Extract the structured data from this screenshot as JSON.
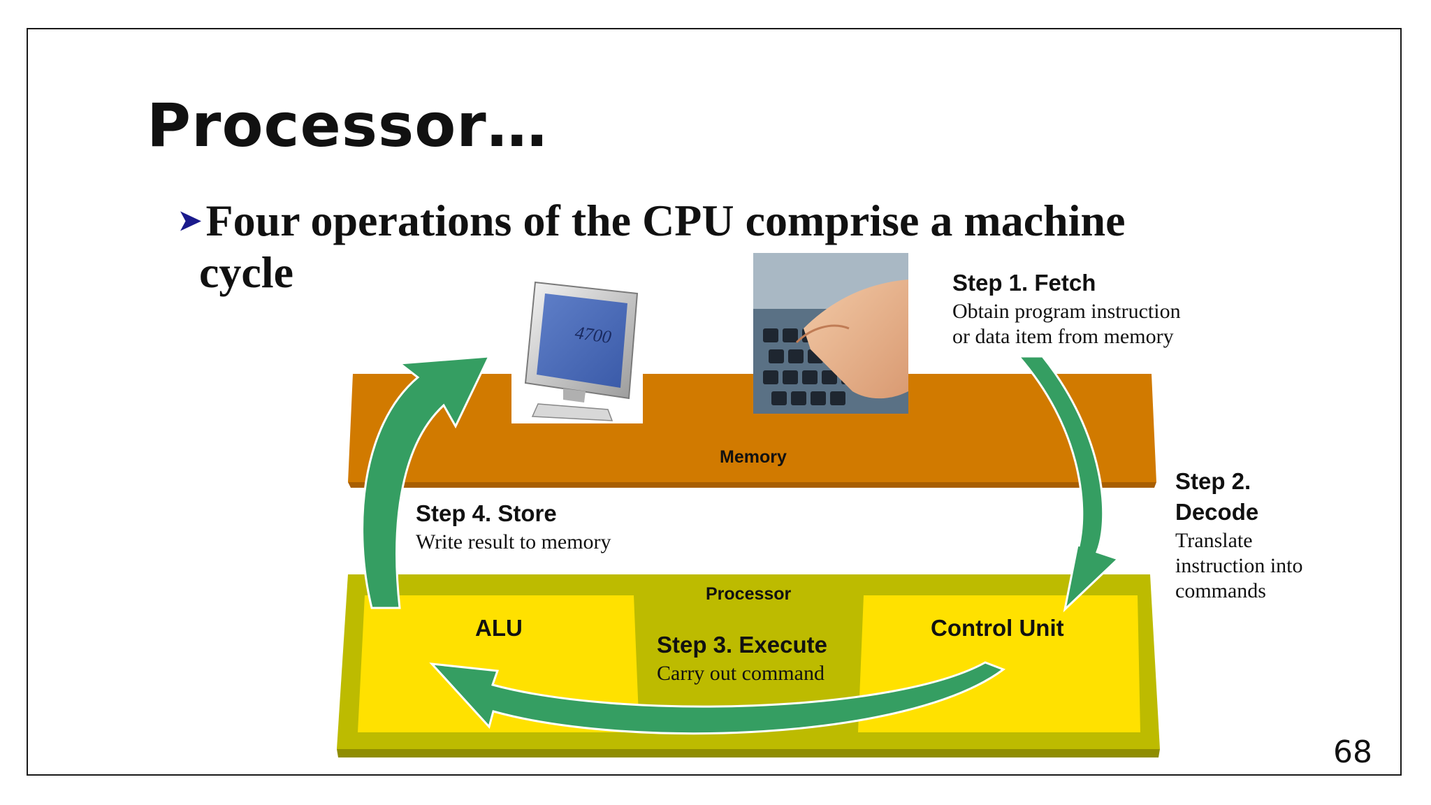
{
  "slide": {
    "title": "Processor…",
    "bullet_line1": "Four operations of the CPU comprise a machine",
    "bullet_line2": "cycle",
    "page_number": "68"
  },
  "diagram": {
    "monitor_text": "4700",
    "memory_label": "Memory",
    "processor_label": "Processor",
    "alu_label": "ALU",
    "control_unit_label": "Control Unit",
    "steps": {
      "fetch": {
        "title": "Step 1.  Fetch",
        "desc_line1": "Obtain program instruction",
        "desc_line2": "or data item from memory"
      },
      "decode": {
        "title_line1": "Step 2.",
        "title_line2": "Decode",
        "desc_line1": "Translate",
        "desc_line2": "instruction into",
        "desc_line3": "commands"
      },
      "execute": {
        "title": "Step 3. Execute",
        "desc": "Carry out command"
      },
      "store": {
        "title": "Step 4. Store",
        "desc": "Write result to memory"
      }
    }
  },
  "colors": {
    "memory_orange": "#D17A00",
    "processor_olive": "#BDBB00",
    "panel_yellow": "#FFE100",
    "arrow_green": "#359E62"
  }
}
